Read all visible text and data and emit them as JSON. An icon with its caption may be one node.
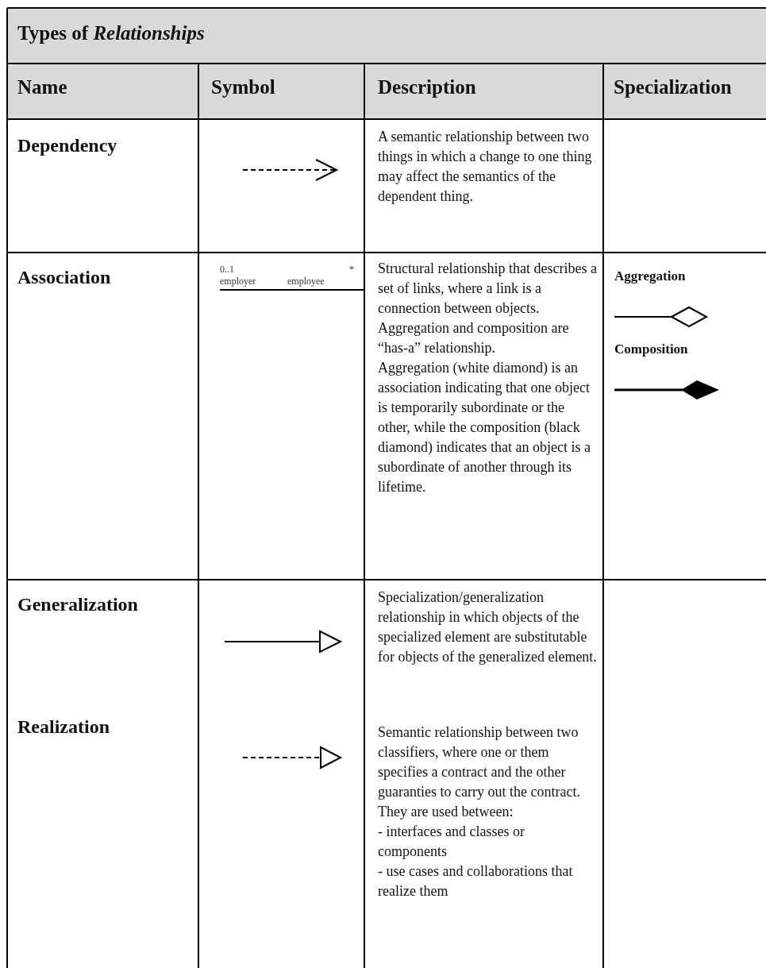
{
  "diagram": {
    "title": "Types of *Relationships*",
    "labels": [
      "Name",
      "Symbol",
      "Description",
      "Specialization",
      "Dependency",
      "A semantic relationship between two things in which a change to one thing may affect the semantics of the dependent thing.",
      "Association",
      "0..1",
      "*",
      "employer",
      "employee",
      "Structural relationship that describes a set of links, where a link is a connection between objects.",
      "Aggregation and composition are “has-a” relationship.",
      "Aggregation (white diamond) is an association indicating that one object is temporarily subordinate or the other, while the composition (black diamond) indicates that an object is a subordinate of another through its lifetime.",
      "Aggregation",
      "Composition",
      "Generalization",
      "Specialization/generalization relationship in which objects of the specialized element are substitutable for objects of the generalized element.",
      "Realization",
      "Semantic relationship between two classifiers, where one or them specifies a contract and the other guaranties to carry out the contract.",
      "They are used between:",
      "- interfaces and classes or components",
      "- use cases and collaborations that realize them"
    ]
  }
}
